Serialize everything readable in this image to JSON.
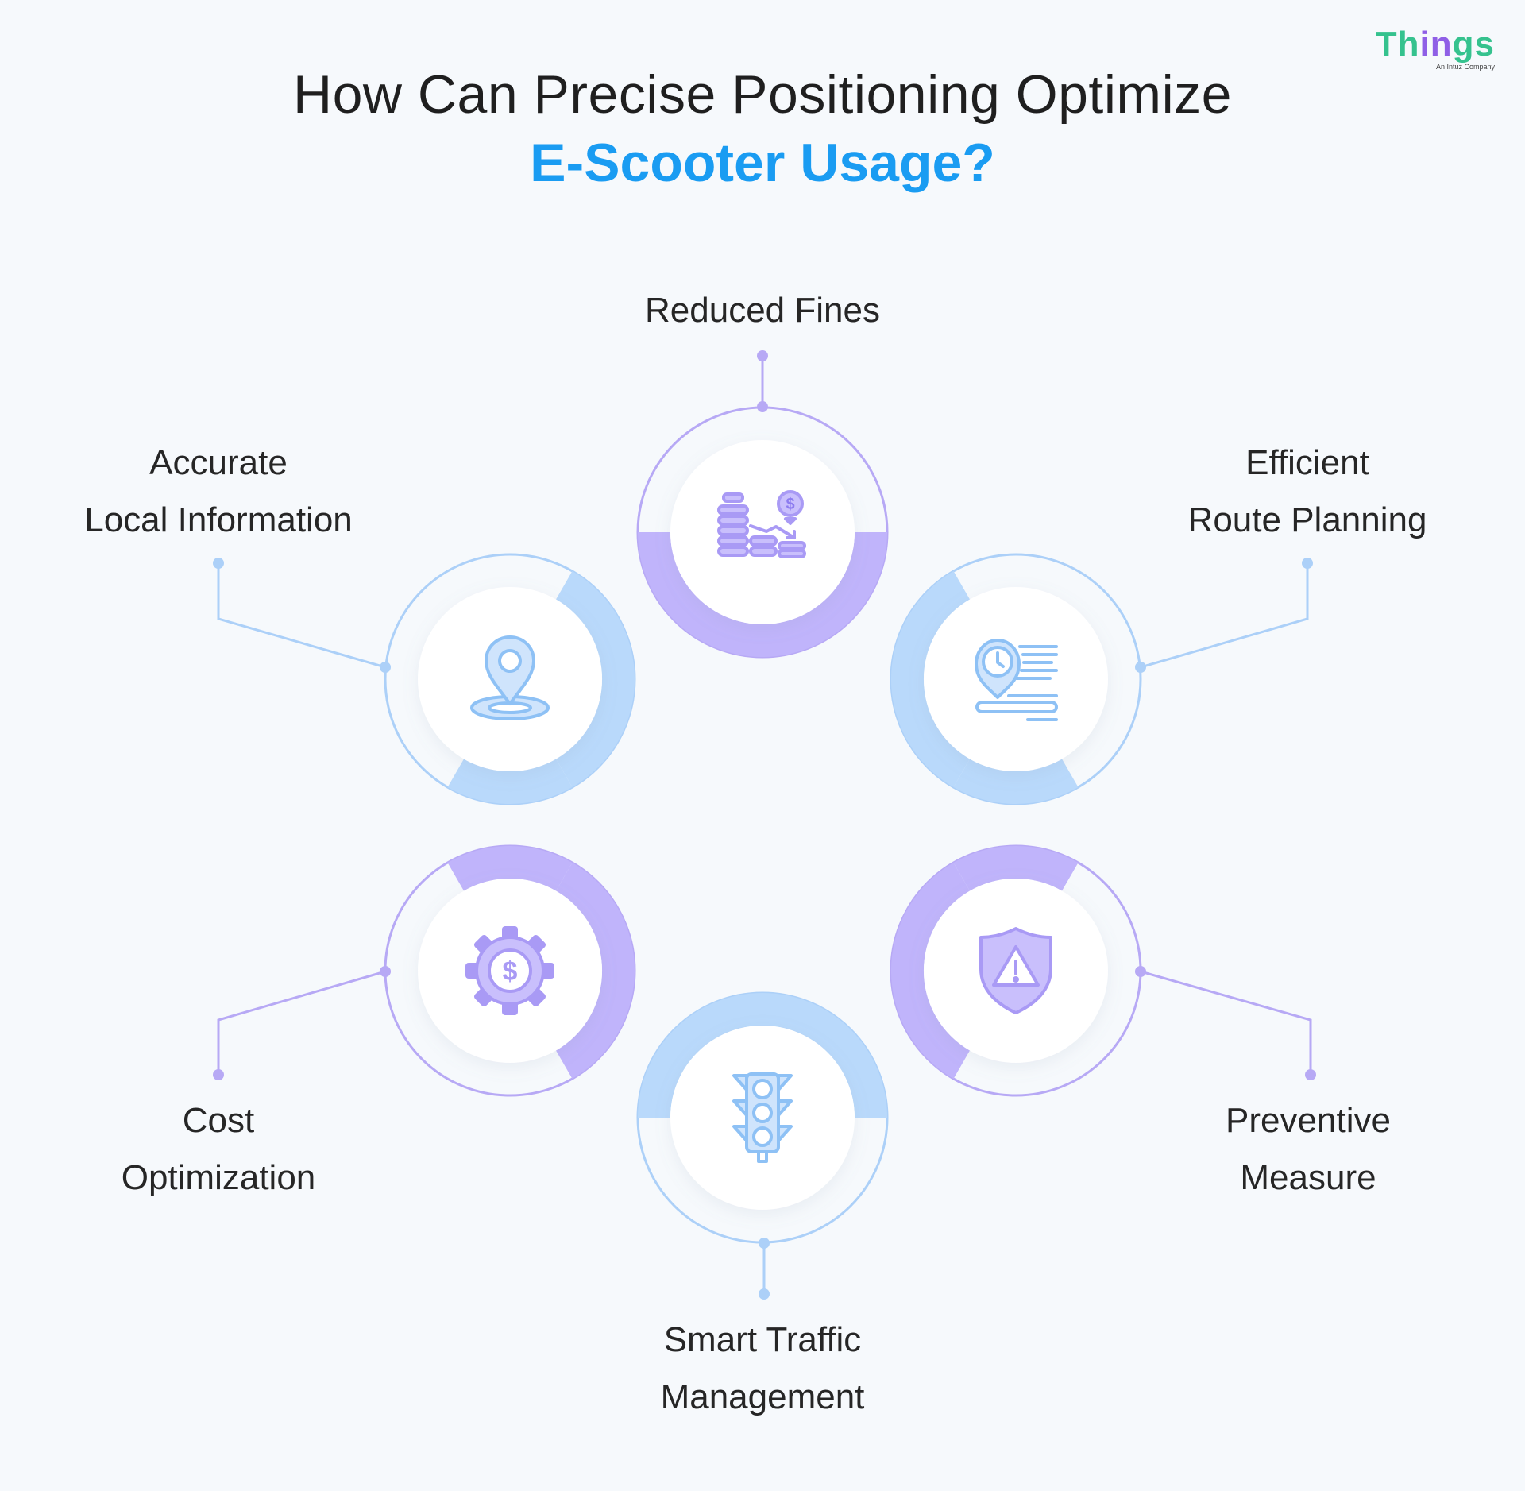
{
  "heading": {
    "line1": "How Can Precise Positioning Optimize",
    "line2": "E-Scooter Usage?"
  },
  "logo": {
    "brand": "Things",
    "brand_parts": [
      "Th",
      "in",
      "gs"
    ],
    "tagline": "An Intuz Company"
  },
  "colors": {
    "purple": "#c0b4fb",
    "purple_line": "#b7a9f5",
    "purple_icon": "#a99af5",
    "blue": "#b9d9fb",
    "blue_line": "#acd0f8",
    "blue_icon": "#8ec1f5",
    "title_accent": "#1a9cf2"
  },
  "benefits": [
    {
      "id": "reduced-fines",
      "lines": [
        "Reduced Fines"
      ],
      "icon": "coins-decline-icon",
      "accent": "purple"
    },
    {
      "id": "accurate-local-information",
      "lines": [
        "Accurate",
        "Local Information"
      ],
      "icon": "location-pin-icon",
      "accent": "blue"
    },
    {
      "id": "efficient-route-planning",
      "lines": [
        "Efficient",
        "Route Planning"
      ],
      "icon": "fast-clock-route-icon",
      "accent": "blue"
    },
    {
      "id": "cost-optimization",
      "lines": [
        "Cost",
        "Optimization"
      ],
      "icon": "gear-dollar-icon",
      "accent": "purple"
    },
    {
      "id": "preventive-measure",
      "lines": [
        "Preventive",
        "Measure"
      ],
      "icon": "shield-warning-icon",
      "accent": "purple"
    },
    {
      "id": "smart-traffic-management",
      "lines": [
        "Smart Traffic",
        "Management"
      ],
      "icon": "traffic-light-icon",
      "accent": "blue"
    }
  ]
}
